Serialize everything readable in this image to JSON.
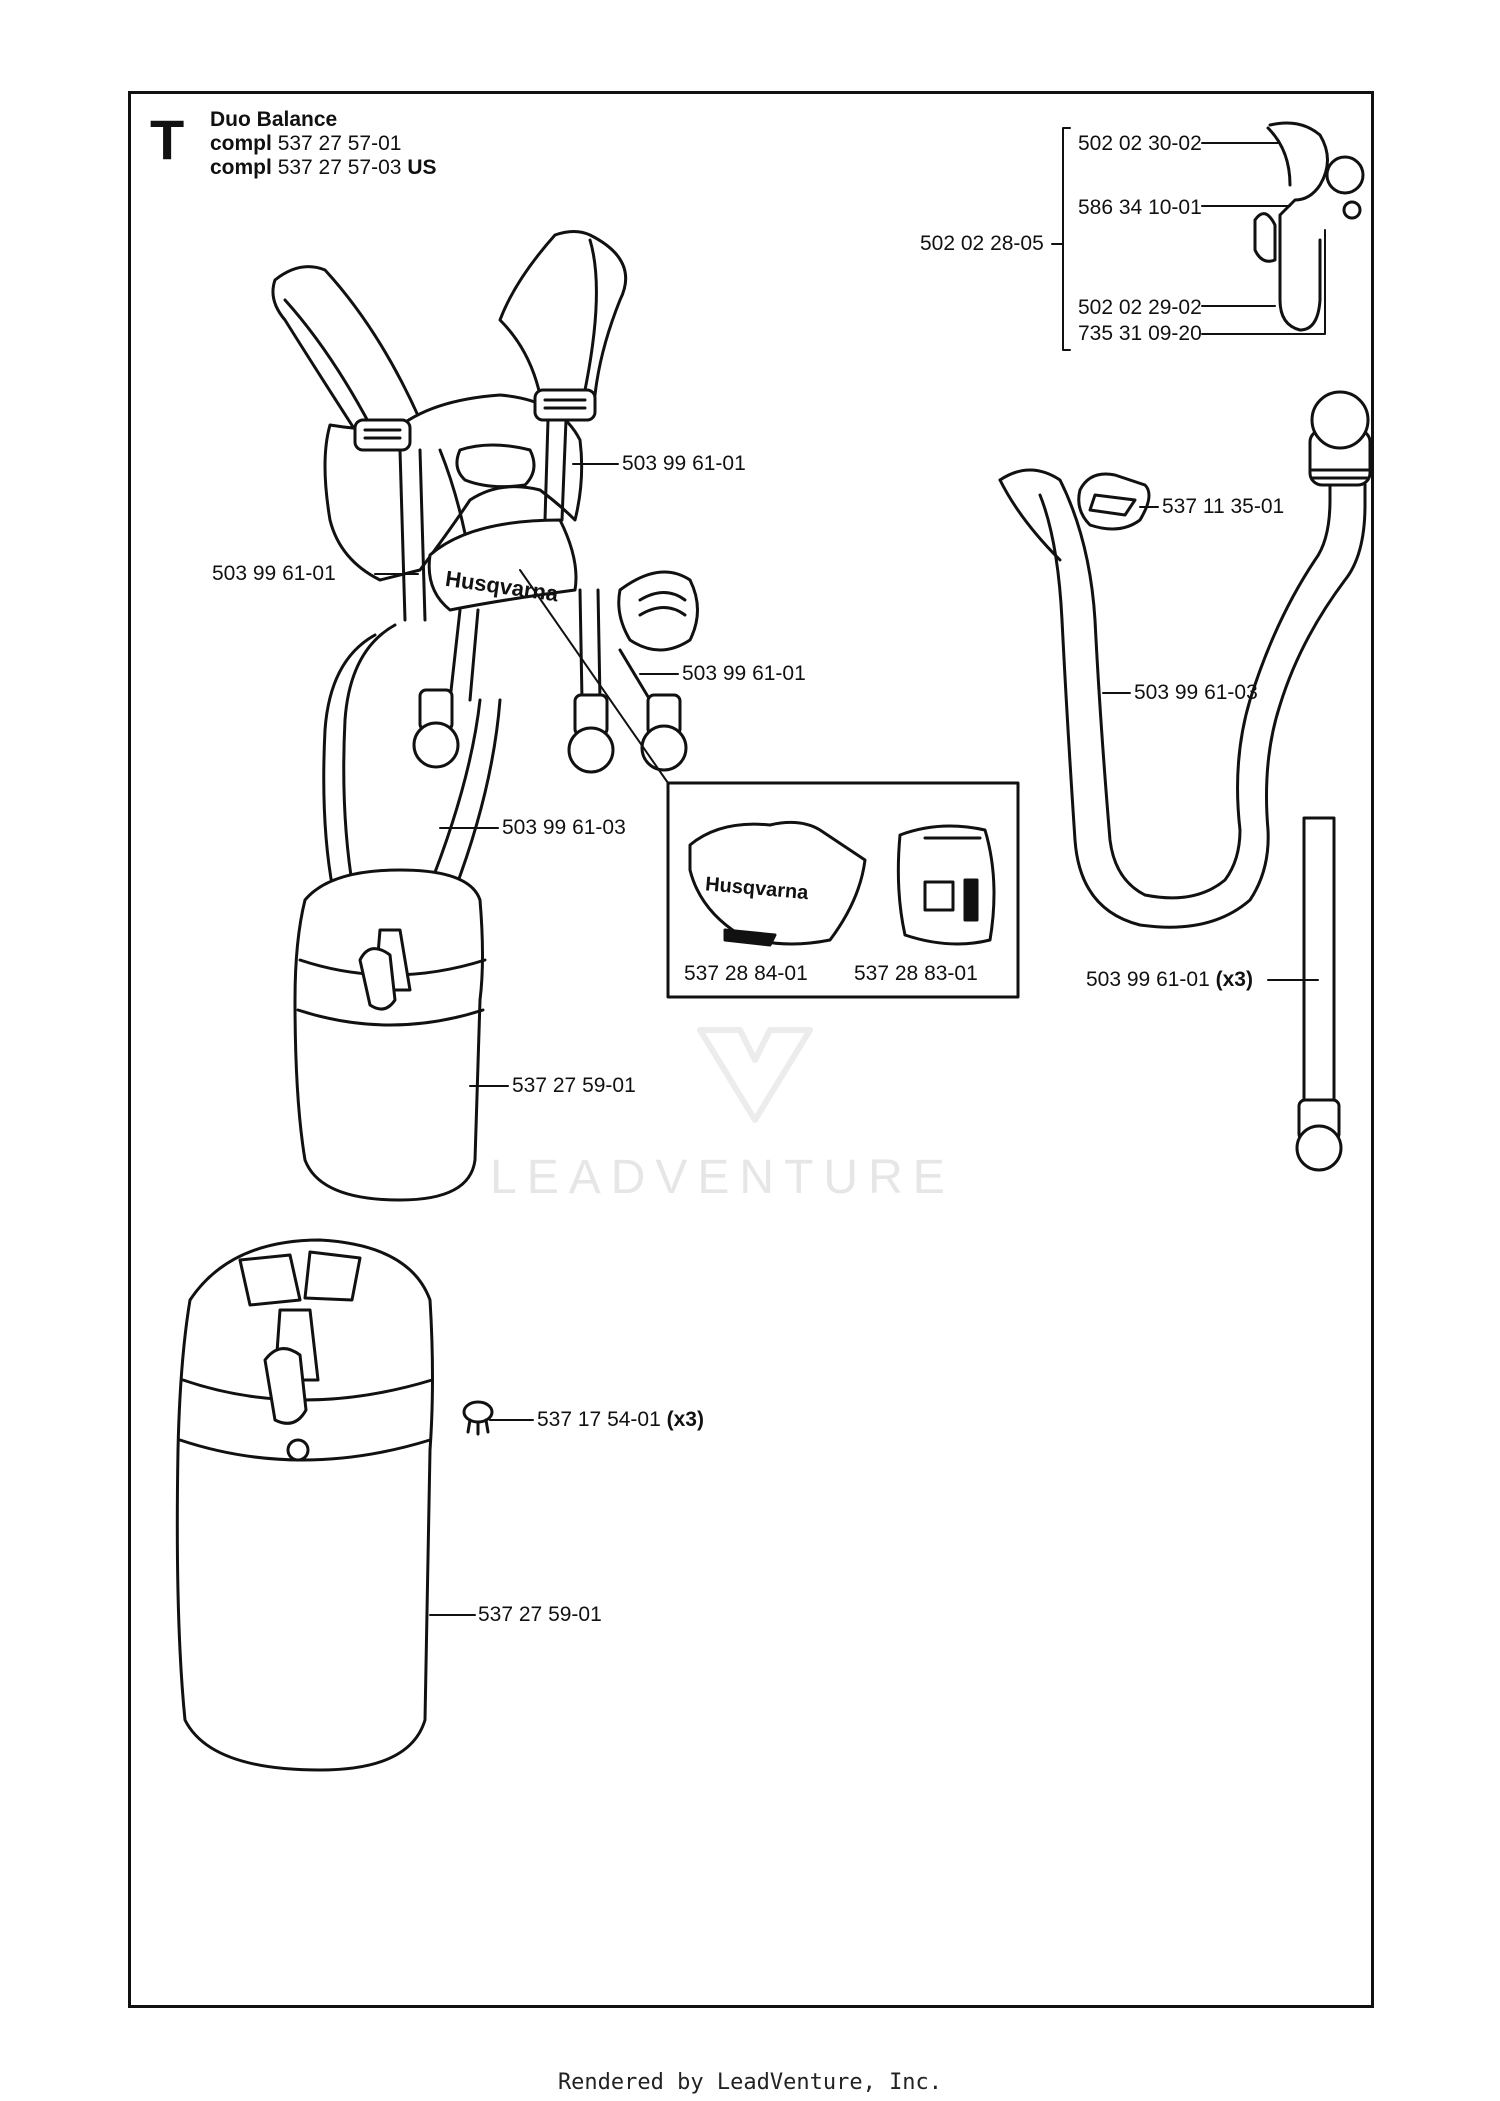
{
  "section": {
    "letter": "T",
    "name": "Duo Balance",
    "compl_word": "compl",
    "compl_1": "537 27 57-01",
    "compl_2": "537 27 57-03",
    "compl_2_suffix": "US"
  },
  "callouts": {
    "p502_02_30_02": "502 02 30-02",
    "p586_34_10_01": "586 34 10-01",
    "p502_02_28_05": "502 02 28-05",
    "p502_02_29_02": "502 02 29-02",
    "p735_31_09_20": "735 31 09-20",
    "p537_11_35_01": "537 11 35-01",
    "p503_99_61_03_right": "503 99 61-03",
    "p503_99_61_01_x3": "503 99 61-01",
    "x3_a": "(x3)",
    "p503_99_61_01_top": "503 99 61-01",
    "p503_99_61_01_left": "503 99 61-01",
    "p503_99_61_01_pad": "503 99 61-01",
    "p503_99_61_03_left": "503 99 61-03",
    "p537_28_84_01": "537 28 84-01",
    "p537_28_83_01": "537 28 83-01",
    "p537_27_59_01_a": "537 27 59-01",
    "p537_17_54_01": "537 17 54-01",
    "x3_b": "(x3)",
    "p537_27_59_01_b": "537 27 59-01"
  },
  "brand_logo_text": "Husqvarna",
  "watermark": "LEADVENTURE",
  "footer": "Rendered by LeadVenture, Inc."
}
